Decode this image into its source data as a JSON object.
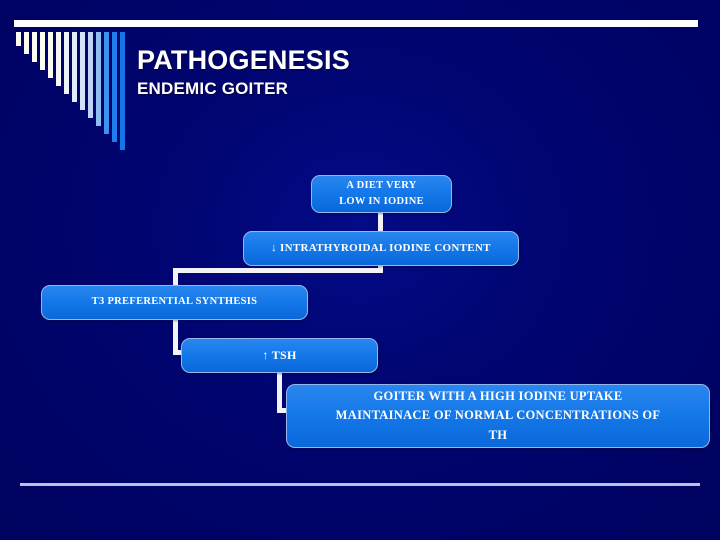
{
  "slide": {
    "title": "PATHOGENESIS",
    "subtitle": "ENDEMIC GOITER",
    "background_color": "#00036b",
    "accent_color": "#1478e8",
    "rule_color": "#ffffff",
    "footer_rule_color": "#b9c0e6"
  },
  "decoration": {
    "top_rule_name": "top-white-rule",
    "bottom_rule_name": "bottom-divider-rule",
    "bars": [
      {
        "height": 14,
        "color": "#fbfbf0"
      },
      {
        "height": 22,
        "color": "#fbfbf0"
      },
      {
        "height": 30,
        "color": "#fdfdf2"
      },
      {
        "height": 38,
        "color": "#fdfdf1"
      },
      {
        "height": 46,
        "color": "#fbfbf2"
      },
      {
        "height": 54,
        "color": "#f6f8f6"
      },
      {
        "height": 62,
        "color": "#eef3f8"
      },
      {
        "height": 70,
        "color": "#e2ecf8"
      },
      {
        "height": 78,
        "color": "#d3e2f7"
      },
      {
        "height": 86,
        "color": "#bdd5f5"
      },
      {
        "height": 94,
        "color": "#8fbdf2"
      },
      {
        "height": 102,
        "color": "#3b93ef"
      },
      {
        "height": 110,
        "color": "#1e7fec"
      },
      {
        "height": 118,
        "color": "#1377ea"
      }
    ]
  },
  "flowchart": {
    "name": "endemic-goiter-pathogenesis-flow",
    "boxes": [
      {
        "id": "diet",
        "name": "flow-box-diet",
        "lines": [
          "A  DIET VERY",
          "LOW IN IODINE"
        ]
      },
      {
        "id": "iodine",
        "name": "flow-box-intrathyroidal-iodine",
        "lines": [
          "↓ INTRATHYROIDAL IODINE CONTENT"
        ]
      },
      {
        "id": "t3",
        "name": "flow-box-t3-synthesis",
        "lines": [
          "T3 PREFERENTIAL SYNTHESIS"
        ]
      },
      {
        "id": "tsh",
        "name": "flow-box-tsh",
        "lines": [
          "↑ TSH"
        ]
      },
      {
        "id": "goiter",
        "name": "flow-box-goiter-outcome",
        "lines": [
          "GOITER WITH A HIGH IODINE UPTAKE",
          "MAINTAINACE  OF NORMAL CONCENTRATIONS OF",
          "TH"
        ]
      }
    ],
    "connectors": [
      {
        "name": "connector-diet-to-iodine"
      },
      {
        "name": "connector-iodine-to-t3"
      },
      {
        "name": "connector-t3-to-tsh"
      },
      {
        "name": "connector-tsh-to-goiter"
      }
    ]
  }
}
